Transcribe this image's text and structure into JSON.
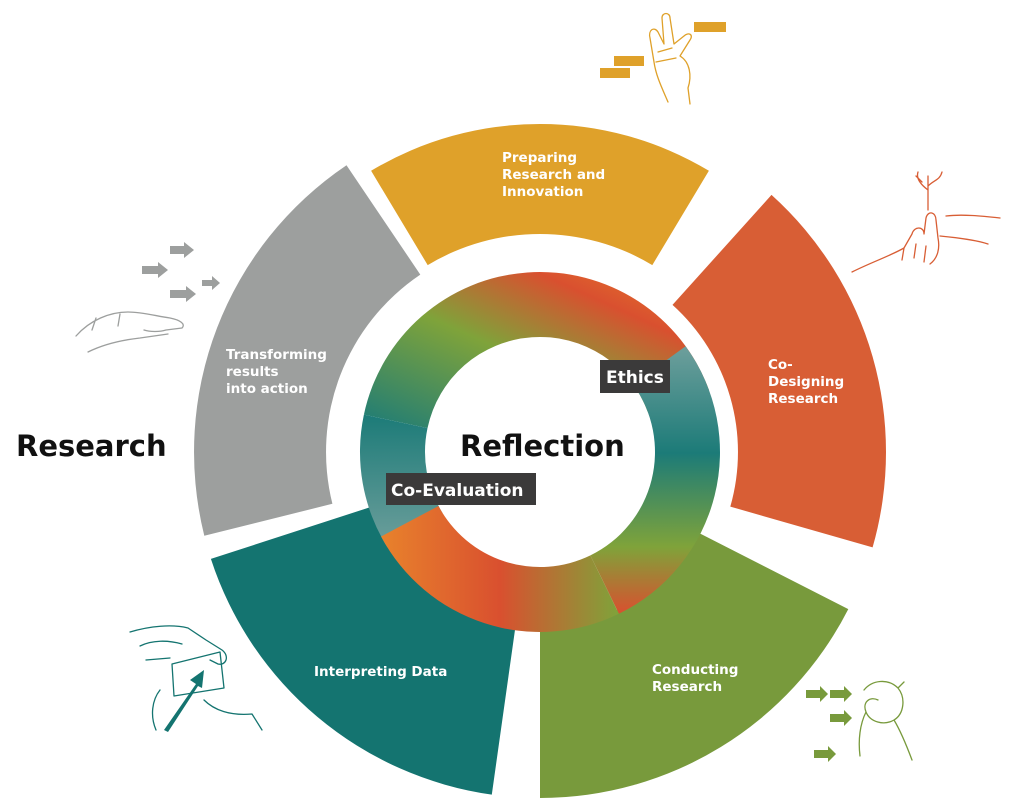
{
  "title_left": "Research",
  "title_center": "Reflection",
  "segments": [
    {
      "lines": [
        "Preparing",
        "Research and",
        "Innovation"
      ],
      "color": "#DFA12A"
    },
    {
      "lines": [
        "Co-",
        "Designing",
        "Research"
      ],
      "color": "#D85E35"
    },
    {
      "lines": [
        "Conducting",
        "Research"
      ],
      "color": "#789A3C"
    },
    {
      "lines": [
        "Interpreting Data"
      ],
      "color": "#147470"
    },
    {
      "lines": [
        "Transforming",
        "results",
        "into action"
      ],
      "color": "#9D9F9E"
    }
  ],
  "tags": [
    {
      "text": "Ethics"
    },
    {
      "text": "Co-Evaluation"
    }
  ],
  "colors": {
    "tag_bg": "#3B3A3A",
    "inner_orange": "#E8822C",
    "inner_red": "#D9502F",
    "inner_green": "#7FA33A",
    "inner_teal": "#1C7B78",
    "inner_light_teal": "#6E9F9C"
  },
  "icons": [
    "hand-speech-icon",
    "hand-sprout-icon",
    "hand-arrows-icon",
    "hand-frame-icon",
    "hand-offering-icon"
  ]
}
